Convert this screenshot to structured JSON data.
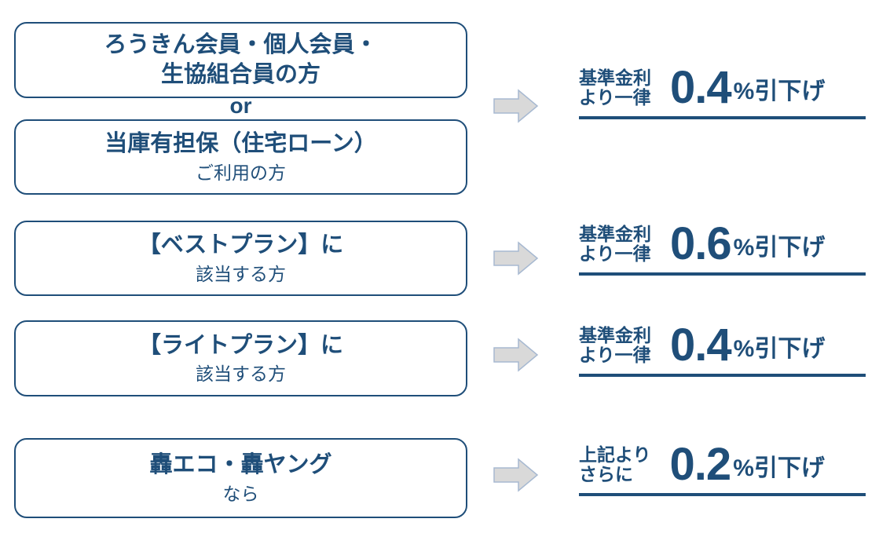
{
  "colors": {
    "navy": "#1f4e79",
    "arrow_fill": "#d9d9d9",
    "arrow_stroke": "#a7b9d1",
    "background": "#ffffff"
  },
  "or_label": "or",
  "boxes": [
    {
      "line1": "ろうきん会員・個人会員・",
      "line2": "生協組合員の方"
    },
    {
      "line1": "当庫有担保（住宅ローン）",
      "line2": "ご利用の方"
    },
    {
      "line1": "【ベストプラン】に",
      "line2": "該当する方"
    },
    {
      "line1": "【ライトプラン】に",
      "line2": "該当する方"
    },
    {
      "line1": "轟エコ・轟ヤング",
      "line2": "なら"
    }
  ],
  "results": [
    {
      "qualifier_line1": "基準金利",
      "qualifier_line2": "より一律",
      "value": "0.4",
      "unit_suffix": "%引下げ"
    },
    {
      "qualifier_line1": "基準金利",
      "qualifier_line2": "より一律",
      "value": "0.6",
      "unit_suffix": "%引下げ"
    },
    {
      "qualifier_line1": "基準金利",
      "qualifier_line2": "より一律",
      "value": "0.4",
      "unit_suffix": "%引下げ"
    },
    {
      "qualifier_line1": "上記より",
      "qualifier_line2": "さらに",
      "value": "0.2",
      "unit_suffix": "%引下げ"
    }
  ]
}
